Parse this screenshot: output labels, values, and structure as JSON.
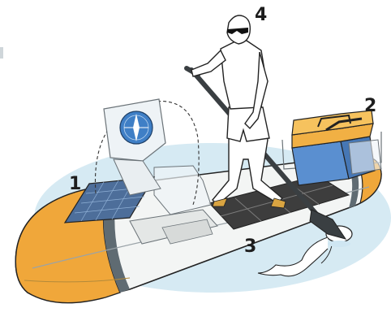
{
  "callouts": {
    "one": "1",
    "two": "2",
    "three": "3",
    "four": "4"
  },
  "colors": {
    "water": "#d6eaf3",
    "hull_orange": "#f0a73a",
    "hull_white": "#f3f5f4",
    "stripe_gray": "#5f6b72",
    "deck_dark": "#3d3d3d",
    "solar_panel": "#4d6e9a",
    "cooler_blue": "#5a8fd0",
    "cooler_lid_orange": "#f1b044",
    "compass_blue": "#3f7fc6",
    "outline": "#222222"
  },
  "icons": [
    "solar-panel-icon",
    "compass-icon",
    "cooler-icon",
    "paddle-icon",
    "jellyfish-icon"
  ]
}
